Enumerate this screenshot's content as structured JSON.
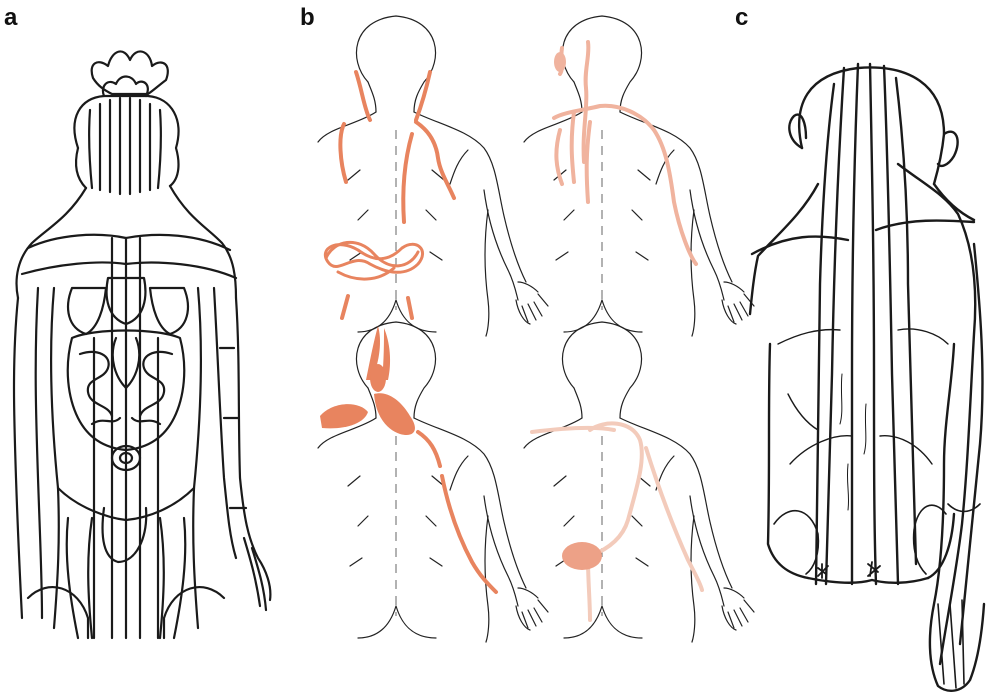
{
  "panels": {
    "a": {
      "label": "a"
    },
    "b": {
      "label": "b"
    },
    "c": {
      "label": "c"
    }
  },
  "colors": {
    "meridian_strong": "#e8845f",
    "meridian_light": "#f0b39e",
    "meridian_faint": "#f3cbbb",
    "ink": "#1a1a1a"
  }
}
